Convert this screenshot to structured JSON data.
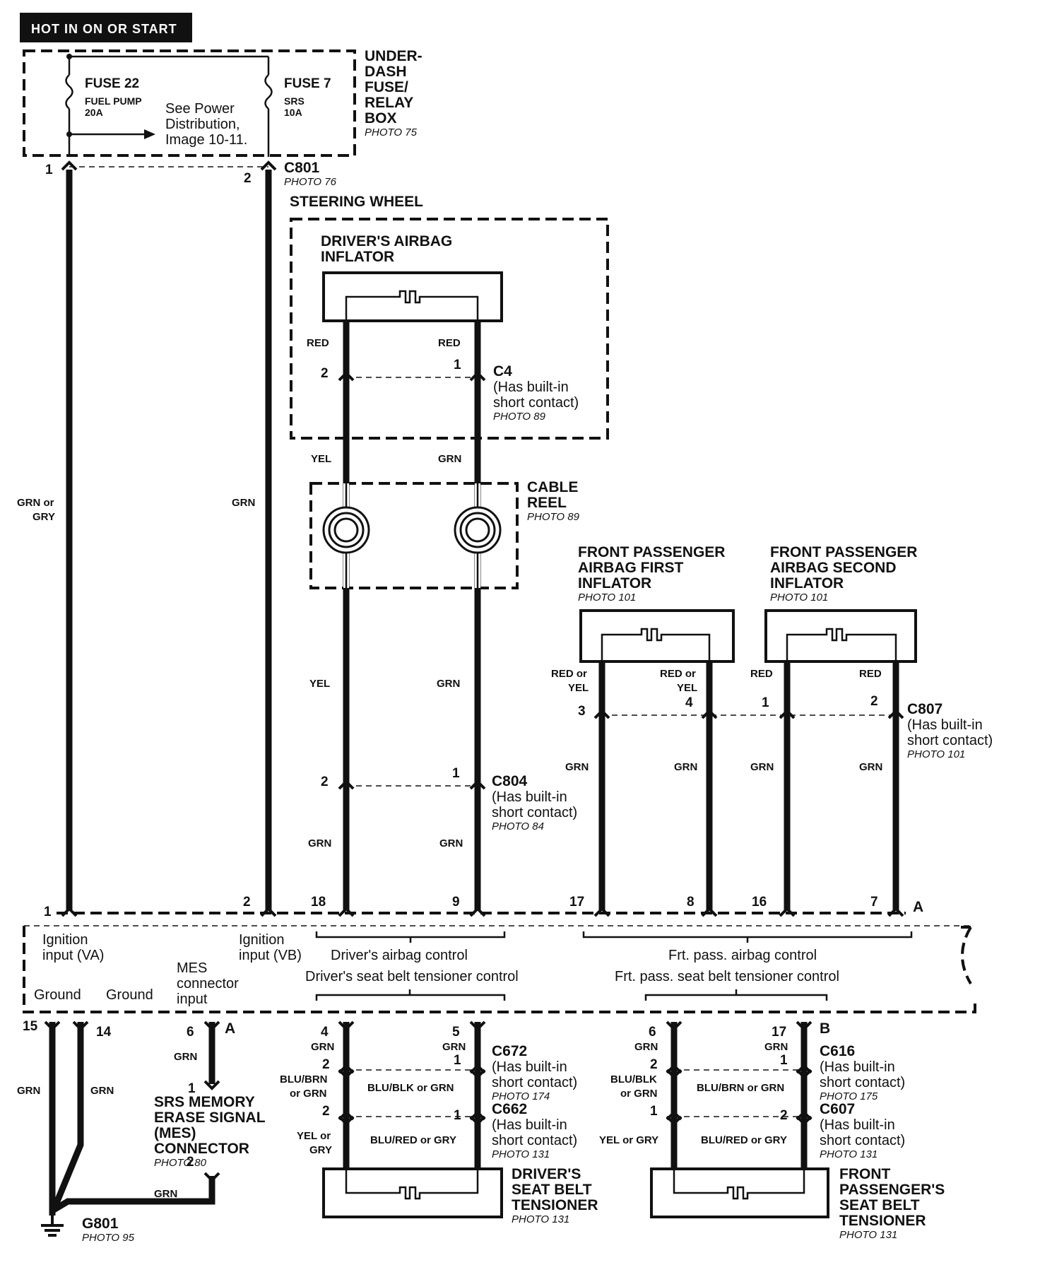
{
  "header": {
    "banner": "HOT IN ON OR START"
  },
  "fuse_box": {
    "title_lines": [
      "UNDER-",
      "DASH",
      "FUSE/",
      "RELAY",
      "BOX"
    ],
    "photo": "PHOTO 75",
    "fuse_a": {
      "name": "FUSE 22",
      "desc": "FUEL PUMP",
      "rating": "20A"
    },
    "fuse_b": {
      "name": "FUSE 7",
      "desc": "SRS",
      "rating": "10A"
    },
    "note_lines": [
      "See Power",
      "Distribution,",
      "Image 10-11."
    ]
  },
  "c801": {
    "name": "C801",
    "photo": "PHOTO 76",
    "pin_left": "1",
    "pin_right": "2"
  },
  "steering_wheel": {
    "label": "STEERING WHEEL"
  },
  "drivers_airbag": {
    "title_lines": [
      "DRIVER'S AIRBAG",
      "INFLATOR"
    ],
    "wire_left": "RED",
    "wire_right": "RED"
  },
  "c4": {
    "name": "C4",
    "note_lines": [
      "(Has built-in",
      "short contact)"
    ],
    "photo": "PHOTO 89",
    "pin_left": "2",
    "pin_right": "1"
  },
  "cable_reel": {
    "title_lines": [
      "CABLE",
      "REEL"
    ],
    "photo": "PHOTO 89",
    "wire_in_left": "YEL",
    "wire_in_right": "GRN",
    "wire_out_left": "YEL",
    "wire_out_right": "GRN"
  },
  "c804": {
    "name": "C804",
    "note_lines": [
      "(Has built-in",
      "short contact)"
    ],
    "photo": "PHOTO 84",
    "pin_left": "2",
    "pin_right": "1",
    "wire_left": "GRN",
    "wire_right": "GRN"
  },
  "left_wires": {
    "wire1_lines": [
      "GRN or",
      "GRY"
    ],
    "wire2": "GRN"
  },
  "pass_first": {
    "title_lines": [
      "FRONT PASSENGER",
      "AIRBAG FIRST",
      "INFLATOR"
    ],
    "photo": "PHOTO 101",
    "wire_left_lines": [
      "RED or",
      "YEL"
    ],
    "wire_right_lines": [
      "RED or",
      "YEL"
    ]
  },
  "pass_second": {
    "title_lines": [
      "FRONT PASSENGER",
      "AIRBAG SECOND",
      "INFLATOR"
    ],
    "photo": "PHOTO 101",
    "wire_left": "RED",
    "wire_right": "RED"
  },
  "c807": {
    "name": "C807",
    "note_lines": [
      "(Has built-in",
      "short contact)"
    ],
    "photo": "PHOTO 101",
    "pins": [
      "3",
      "4",
      "1",
      "2"
    ],
    "wires_below": [
      "GRN",
      "GRN",
      "GRN",
      "GRN"
    ]
  },
  "srs_unit": {
    "connector_a": "A",
    "connector_b": "B",
    "top_pins": [
      "1",
      "2",
      "18",
      "9",
      "17",
      "8",
      "16",
      "7"
    ],
    "bottom_pins": [
      "15",
      "14",
      "6",
      "4",
      "5",
      "6",
      "17"
    ],
    "ign_va": [
      "Ignition",
      "input (VA)"
    ],
    "ign_vb": [
      "Ignition",
      "input (VB)"
    ],
    "mes_lines": [
      "MES",
      "connector",
      "input"
    ],
    "ground1": "Ground",
    "ground2": "Ground",
    "drv_airbag_ctrl": "Driver's airbag control",
    "drv_belt_ctrl": "Driver's seat belt tensioner control",
    "pass_airbag_ctrl": "Frt. pass. airbag control",
    "pass_belt_ctrl": "Frt. pass. seat belt tensioner control"
  },
  "mes": {
    "pin_top": "1",
    "pin_bottom": "2",
    "wire_top": "GRN",
    "wire_bottom": "GRN",
    "title_lines": [
      "SRS MEMORY",
      "ERASE SIGNAL",
      "(MES)",
      "CONNECTOR"
    ],
    "photo": "PHOTO 80"
  },
  "ground_wires": {
    "left": "GRN",
    "right": "GRN"
  },
  "g801": {
    "name": "G801",
    "photo": "PHOTO 95"
  },
  "c672": {
    "name": "C672",
    "note_lines": [
      "(Has built-in",
      "short contact)"
    ],
    "photo": "PHOTO 174",
    "pin_left": "2",
    "pin_right": "1",
    "wire_top_left": "GRN",
    "wire_top_right": "GRN",
    "wire_left_lines": [
      "BLU/BRN",
      "or GRN"
    ],
    "wire_mid": "BLU/BLK or GRN"
  },
  "c662": {
    "name": "C662",
    "note_lines": [
      "(Has built-in",
      "short contact)"
    ],
    "photo": "PHOTO 131",
    "pin_left": "2",
    "pin_right": "1",
    "wire_left_lines": [
      "YEL or",
      "GRY"
    ],
    "wire_mid": "BLU/RED or GRY"
  },
  "drv_tensioner": {
    "title_lines": [
      "DRIVER'S",
      "SEAT BELT",
      "TENSIONER"
    ],
    "photo": "PHOTO 131"
  },
  "c616": {
    "name": "C616",
    "note_lines": [
      "(Has built-in",
      "short contact)"
    ],
    "photo": "PHOTO 175",
    "pin_left": "2",
    "pin_right": "1",
    "wire_top_left": "GRN",
    "wire_top_right": "GRN",
    "wire_left_lines": [
      "BLU/BLK",
      "or GRN"
    ],
    "wire_mid": "BLU/BRN or GRN"
  },
  "c607": {
    "name": "C607",
    "note_lines": [
      "(Has built-in",
      "short contact)"
    ],
    "photo": "PHOTO 131",
    "pin_left": "1",
    "pin_right": "2",
    "wire_left": "YEL or GRY",
    "wire_mid": "BLU/RED or GRY"
  },
  "pass_tensioner": {
    "title_lines": [
      "FRONT",
      "PASSENGER'S",
      "SEAT BELT",
      "TENSIONER"
    ],
    "photo": "PHOTO 131"
  }
}
